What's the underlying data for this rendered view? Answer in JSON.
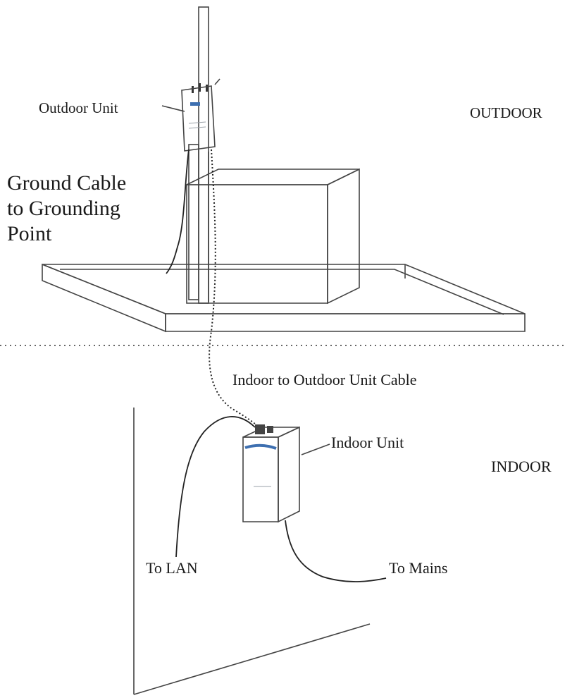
{
  "labels": {
    "outdoor_unit": "Outdoor Unit",
    "outdoor_zone": "OUTDOOR",
    "ground_cable_line1": "Ground Cable",
    "ground_cable_line2": "to Grounding",
    "ground_cable_line3": "Point",
    "indoor_outdoor_cable": "Indoor to Outdoor Unit Cable",
    "indoor_unit": "Indoor Unit",
    "indoor_zone": "INDOOR",
    "to_lan": "To LAN",
    "to_mains": "To Mains"
  },
  "colors": {
    "ink": "#444444",
    "unit_body": "#e4e6ea",
    "unit_accent": "#3d6fb0",
    "background": "#ffffff"
  }
}
